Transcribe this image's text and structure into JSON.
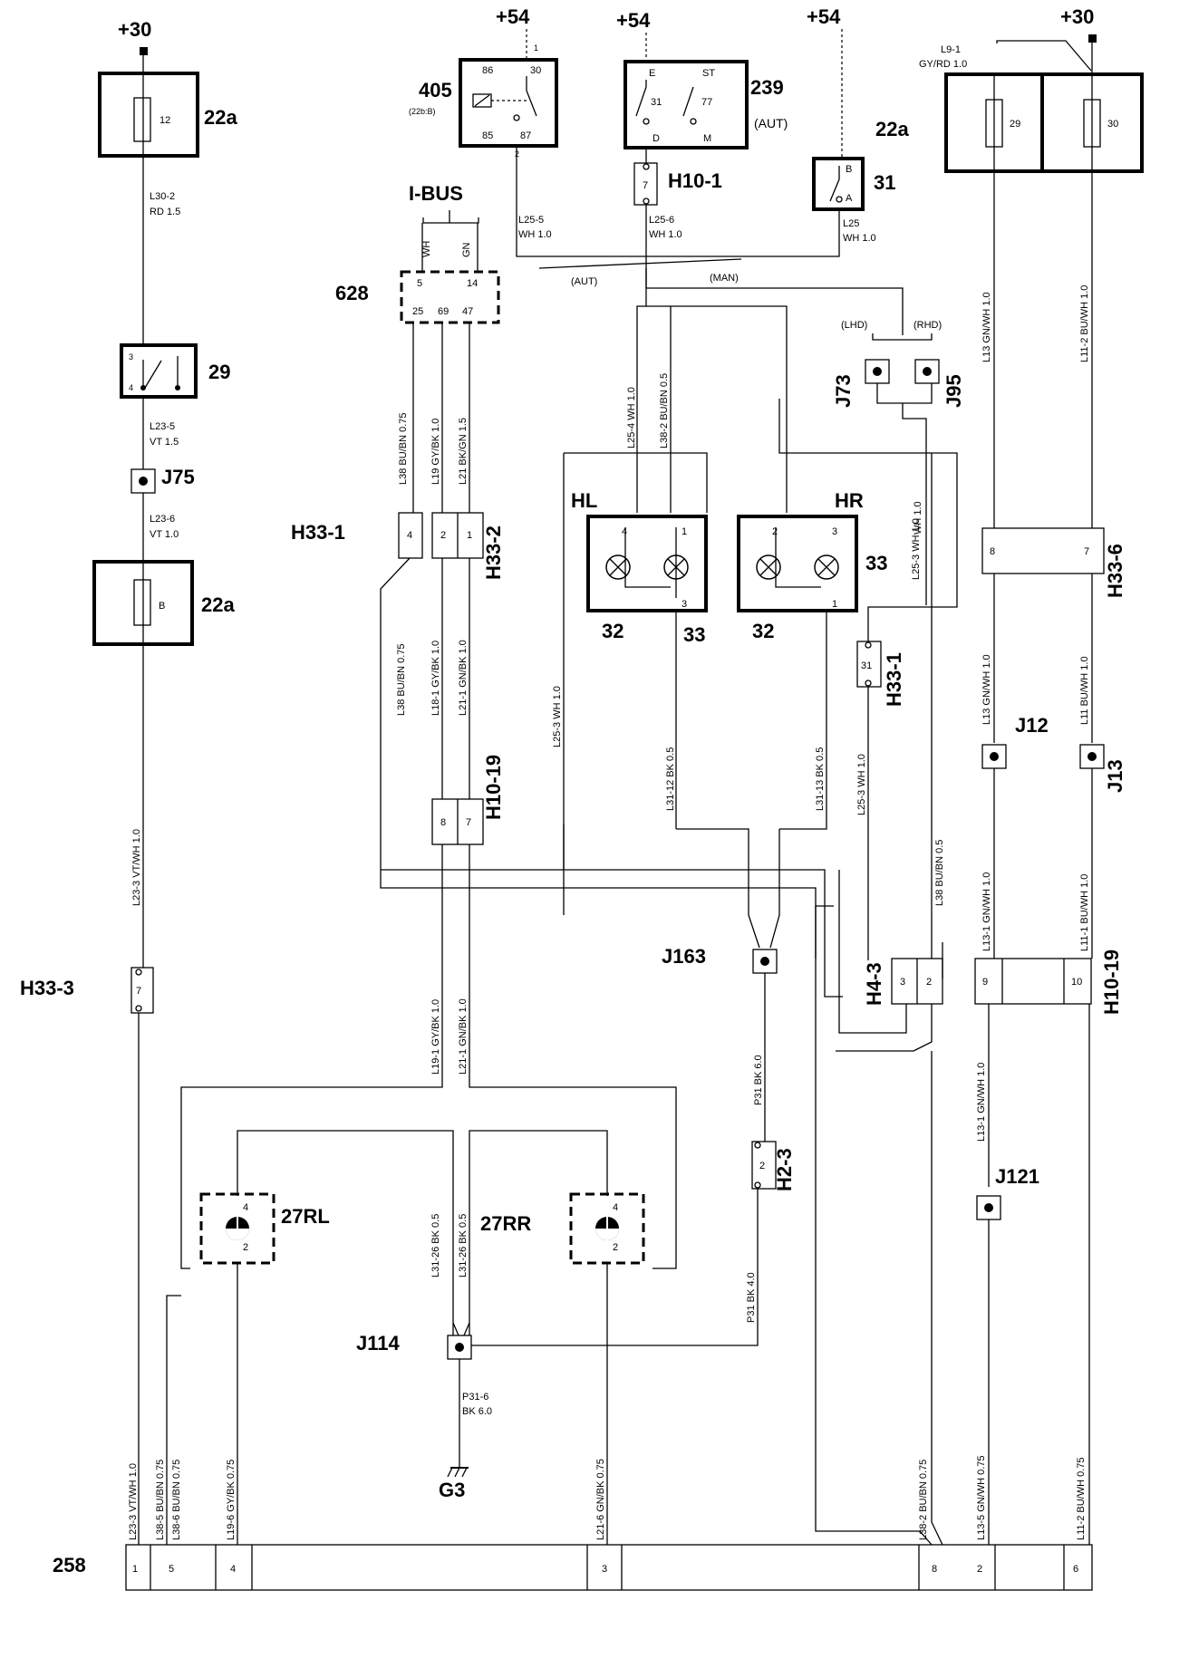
{
  "power": {
    "p30": "+30",
    "p54": "+54"
  },
  "components": {
    "fuse_22a": "22a",
    "fuse_12": "12",
    "fuse_b": "B",
    "fuse_29": "29",
    "fuse_30": "30",
    "relay_405": "405",
    "relay_405_sub": "(22b:B)",
    "switch_239": "239",
    "switch_239_aut": "(AUT)",
    "switch_31": "31",
    "switch_29": "29",
    "ibus": "I-BUS",
    "module_628": "628",
    "lamp_hl": "HL",
    "lamp_hr": "HR",
    "c32": "32",
    "c33": "33",
    "rl": "27RL",
    "rr": "27RR",
    "ground": "G3",
    "c258": "258"
  },
  "connectors": {
    "h10_1": "H10-1",
    "h33_1": "H33-1",
    "h33_2": "H33-2",
    "h33_3": "H33-3",
    "h33_6": "H33-6",
    "h10_19": "H10-19",
    "h4_3": "H4-3",
    "h2_3": "H2-3",
    "j75": "J75",
    "j73": "J73",
    "j95": "J95",
    "j12": "J12",
    "j13": "J13",
    "j121": "J121",
    "j163": "J163",
    "j114": "J114"
  },
  "labels": {
    "aut": "(AUT)",
    "man": "(MAN)",
    "lhd": "(LHD)",
    "rhd": "(RHD)",
    "l30_2": "L30-2",
    "rd15": "RD 1.5",
    "l23_5": "L23-5",
    "vt15": "VT 1.5",
    "l23_6": "L23-6",
    "vt10": "VT 1.0",
    "l23_3_vtwh": "L23-3   VT/WH 1.0",
    "l25_5": "L25-5",
    "wh10": "WH 1.0",
    "l25_6": "L25-6",
    "l25": "L25",
    "l9_1": "L9-1",
    "gyrd": "GY/RD  1.0",
    "wh": "WH",
    "gn": "GN",
    "l38_buBn075": "L38  BU/BN  0.75",
    "l19_gybk10": "L19  GY/BK  1.0",
    "l21_bkgn15": "L21  BK/GN  1.5",
    "l25_4_wh10": "L25-4    WH 1.0",
    "l38_2_bubn05": "L38-2   BU/BN  0.5",
    "l25_3_wh10": "L25-3    WH 1.0",
    "l13_gnwh10": "L13   GN/WH  1.0",
    "l11_2_buwh10": "L11-2   BU/WH  1.0",
    "l38_bubn075_b": "L38  BU/BN  0.75",
    "l18_1_gybk10": "L18-1   GY/BK  1.0",
    "l21_1_gnbk10": "L21-1   GN/BK  1.0",
    "l25_3_wh10_b": "L25-3    WH 1.0",
    "l31_12_bk05": "L31-12    BK 0.5",
    "l31_13_bk05": "L31-13    BK 0.5",
    "l25_3_wh10_c": "L25-3    WH 1.0",
    "l38_bubn05": "L38   BU/BN  0.5",
    "l13_gnwh10_b": "L13   GN/WH  1.0",
    "l11_buwh10": "L11   BU/WH  1.0",
    "l13_1_gnwh10": "L13-1   GN/WH  1.0",
    "l11_1_buwh10": "L11-1   BU/WH  1.0",
    "l19_1_gybk10": "L19-1   GY/BK  1.0",
    "l21_1_gnbk10_b": "L21-1   GN/BK  1.0",
    "p31_bk60": "P31    BK 6.0",
    "l13_1_gnwh10_b": "L13-1   GN/WH  1.0",
    "l31_26_bk05": "L31-26    BK 0.5",
    "l31_26_bk05_b": "L31-26    BK 0.5",
    "p31_bk40": "P31    BK 4.0",
    "p31_6": "P31-6",
    "bk60": "BK 6.0",
    "l23_3_vtwh_b": "L23-3   VT/WH  1.0",
    "l38_5_bubn075": "L38-5   BU/BN  0.75",
    "l38_6_bubn075": "L38-6   BU/BN  0.75",
    "l19_6_gybk075": "L19-6   GY/BK  0.75",
    "l21_6_gnbk075": "L21-6   GN/BK  0.75",
    "l38_2_bubn075": "L38-2   BU/BN  0.75",
    "l13_5_gnwh075": "L13-5   GN/WH  0.75",
    "l11_2_buwh075": "L11-2   BU/WH  0.75"
  },
  "pins": {
    "p1": "1",
    "p2": "2",
    "p3": "3",
    "p4": "4",
    "p5": "5",
    "p6": "6",
    "p7": "7",
    "p8": "8",
    "p9": "9",
    "p10": "10",
    "p14": "14",
    "p25": "25",
    "p69": "69",
    "p47": "47",
    "p86": "86",
    "p85": "85",
    "p30": "30",
    "p87": "87",
    "pE": "E",
    "pST": "ST",
    "p31": "31",
    "p77": "77",
    "pD": "D",
    "pM": "M",
    "pA": "A",
    "pB": "B"
  }
}
